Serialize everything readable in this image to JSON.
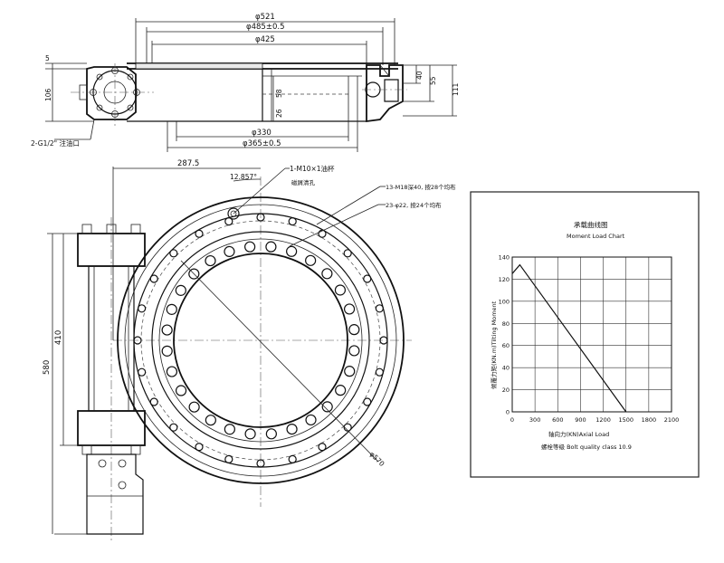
{
  "top_view": {
    "dims_top": [
      "φ521",
      "φ485±0.5",
      "φ425"
    ],
    "dims_bottom": [
      "φ330",
      "φ365±0.5"
    ],
    "dims_right": [
      "40",
      "55",
      "111"
    ],
    "dims_left": [
      "5",
      "106"
    ],
    "dims_mid": [
      "58",
      "26"
    ],
    "port_label": "2-G1/2\" 注油口"
  },
  "front_view": {
    "dim_287": "287.5",
    "dim_12857": "12.857°",
    "dim_580": "580",
    "dim_410": "410",
    "dim_570": "φ570",
    "note_m10": "1-M10×1油杯",
    "note_m10_sub": "磁屑清孔",
    "note_m18": "13-M18深40, 按28个均布",
    "note_22": "23-φ22, 按24个均布"
  },
  "chart_data": {
    "type": "line",
    "title": "承载曲线图",
    "subtitle": "Moment Load Chart",
    "ylabel": "倾覆力矩(KN.m)Tilting Moment",
    "xlabel": "轴向力(KN)Axial Load",
    "footer": "螺栓等级 Bolt quality class 10.9",
    "xlim": [
      0,
      2100
    ],
    "ylim": [
      0,
      140
    ],
    "x_ticks": [
      0,
      300,
      600,
      900,
      1200,
      1500,
      1800,
      2100
    ],
    "y_ticks": [
      0,
      20,
      40,
      60,
      80,
      100,
      120,
      140
    ],
    "series": [
      {
        "x": [
          0,
          100,
          1500
        ],
        "y": [
          125,
          133,
          0
        ]
      }
    ]
  }
}
